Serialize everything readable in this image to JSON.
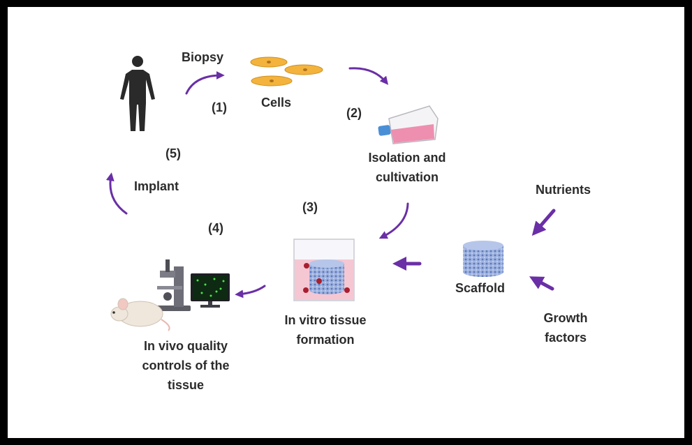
{
  "steps": {
    "biopsy": "Biopsy",
    "s1": "(1)",
    "cells": "Cells",
    "s2": "(2)",
    "isolation_line1": "Isolation and",
    "isolation_line2": "cultivation",
    "s3": "(3)",
    "s4": "(4)",
    "s5": "(5)",
    "implant": "Implant",
    "nutrients": "Nutrients",
    "scaffold": "Scaffold",
    "growth_line1": "Growth",
    "growth_line2": "factors",
    "invitro_line1": "In vitro tissue",
    "invitro_line2": "formation",
    "invivo_line1": "In vivo quality",
    "invivo_line2": "controls of the",
    "invivo_line3": "tissue"
  },
  "icons": [
    "human-body-icon",
    "cells-icon",
    "culture-flask-icon",
    "scaffold-icon",
    "tissue-beaker-icon",
    "microscope-icon",
    "monitor-icon",
    "mouse-icon"
  ],
  "colors": {
    "arrow": "#6a2fa6",
    "cell": "#f3b33d",
    "flask_medium": "#ee8fb0",
    "scaffold": "#8ea5d6",
    "text": "#2b2b2b"
  }
}
